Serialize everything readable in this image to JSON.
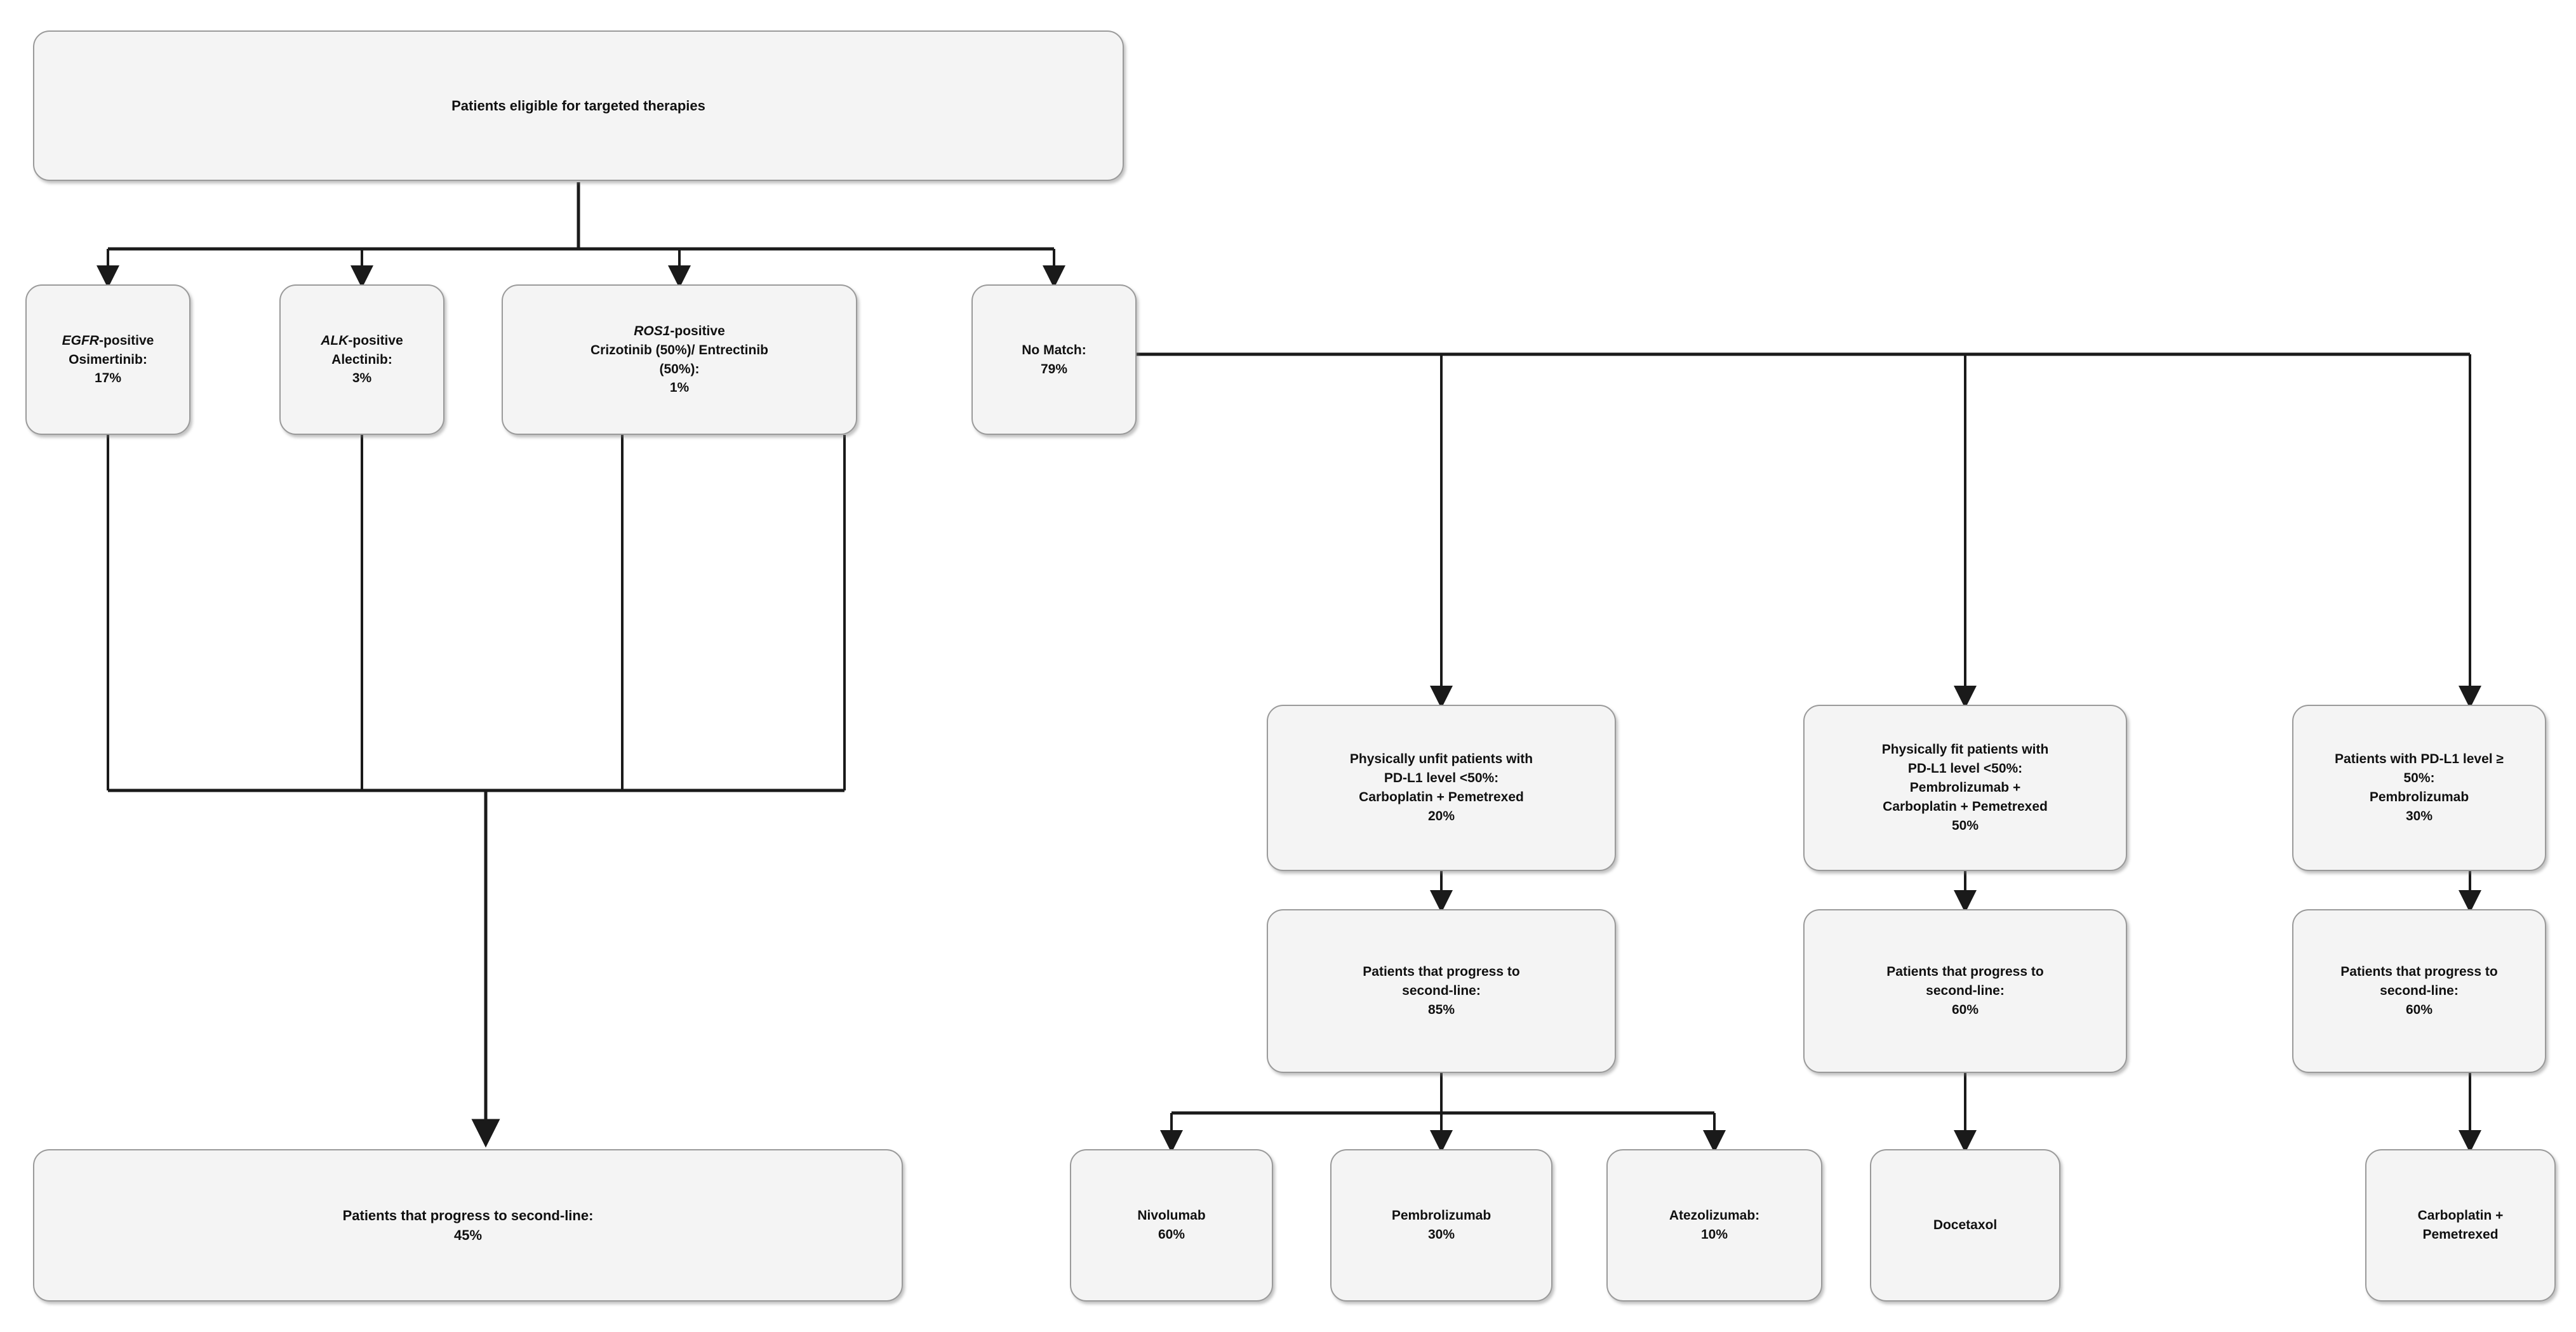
{
  "diagram": {
    "title_node": {
      "name": "patients-eligible",
      "text": "Patients eligible for targeted therapies"
    },
    "branch_nodes": [
      {
        "name": "egfr-positive",
        "gene": "EGFR",
        "rest": "-positive\nOsimertinib:\n17%",
        "full_text": "EGFR-positive Osimertinib: 17%",
        "percent": "17%",
        "drug": "Osimertinib"
      },
      {
        "name": "alk-positive",
        "gene": "ALK",
        "rest": "-positive\nAlectinib:\n3%",
        "full_text": "ALK-positive Alectinib: 3%",
        "percent": "3%",
        "drug": "Alectinib"
      },
      {
        "name": "ros1-positive",
        "gene": "ROS1",
        "rest": "-positive\nCrizotinib (50%)/ Entrectinib\n(50%):\n1%",
        "full_text": "ROS1-positive Crizotinib (50%)/ Entrectinib (50%): 1%",
        "percent": "1%",
        "drug": "Crizotinib (50%)/ Entrectinib (50%)"
      },
      {
        "name": "no-match",
        "gene": "",
        "rest": "No Match:\n79%",
        "full_text": "No Match: 79%",
        "percent": "79%",
        "drug": ""
      }
    ],
    "targeted_second_line": {
      "name": "targeted-progress-second-line",
      "text": "Patients that progress to second-line:\n45%",
      "percent": "45%"
    },
    "no_match_arms": [
      {
        "name": "unfit-pdl1-low",
        "text": "Physically unfit patients with\nPD-L1 level <50%:\nCarboplatin + Pemetrexed\n20%",
        "percent": "20%",
        "progress": {
          "name": "progress-second-line-unfit",
          "text": "Patients that progress to\nsecond-line:\n85%",
          "percent": "85%"
        }
      },
      {
        "name": "fit-pdl1-low",
        "text": "Physically fit patients with\nPD-L1 level <50%:\nPembrolizumab +\nCarboplatin + Pemetrexed\n50%",
        "percent": "50%",
        "progress": {
          "name": "progress-second-line-fit",
          "text": "Patients that progress to\nsecond-line:\n60%",
          "percent": "60%"
        }
      },
      {
        "name": "pdl1-high",
        "text": "Patients with PD-L1 level ≥\n50%:\nPembrolizumab\n30%",
        "percent": "30%",
        "progress": {
          "name": "progress-second-line-pdl1-high",
          "text": "Patients that progress to\nsecond-line:\n60%",
          "percent": "60%"
        }
      }
    ],
    "second_line_treatments": [
      {
        "name": "nivolumab",
        "text": "Nivolumab\n60%",
        "percent": "60%"
      },
      {
        "name": "pembrolizumab",
        "text": "Pembrolizumab\n30%",
        "percent": "30%"
      },
      {
        "name": "atezolizumab",
        "text": "Atezolizumab:\n10%",
        "percent": "10%"
      },
      {
        "name": "docetaxol",
        "text": "Docetaxol",
        "percent": ""
      },
      {
        "name": "carboplatin-pemetrexed",
        "text": "Carboplatin +\nPemetrexed",
        "percent": ""
      }
    ],
    "colors": {
      "node_fill": "#f4f4f4",
      "node_border": "#9a9a9a",
      "connector": "#1a1a1a",
      "text": "#111111",
      "background": "#ffffff"
    }
  }
}
